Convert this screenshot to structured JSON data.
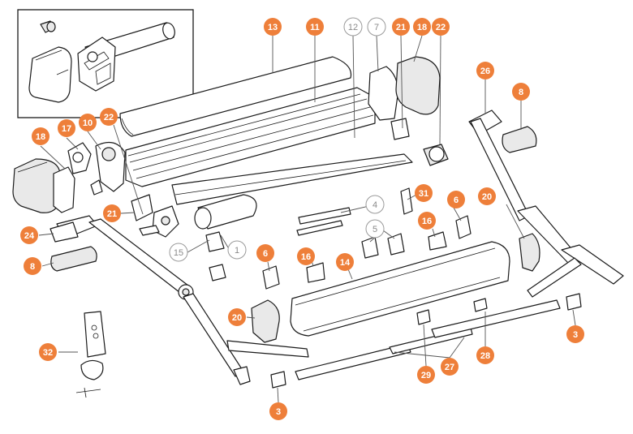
{
  "diagram": {
    "accent_color": "#ee7f3a",
    "outline_callout_color": "#9a9a9a",
    "callouts": [
      {
        "id": "c13",
        "label": "13",
        "style": "filled"
      },
      {
        "id": "c11",
        "label": "11",
        "style": "filled"
      },
      {
        "id": "c12",
        "label": "12",
        "style": "outline"
      },
      {
        "id": "c7",
        "label": "7",
        "style": "outline"
      },
      {
        "id": "c21a",
        "label": "21",
        "style": "filled"
      },
      {
        "id": "c18a",
        "label": "18",
        "style": "filled"
      },
      {
        "id": "c22a",
        "label": "22",
        "style": "filled"
      },
      {
        "id": "c26",
        "label": "26",
        "style": "filled"
      },
      {
        "id": "c8a",
        "label": "8",
        "style": "filled"
      },
      {
        "id": "c17",
        "label": "17",
        "style": "filled"
      },
      {
        "id": "c10",
        "label": "10",
        "style": "filled"
      },
      {
        "id": "c22b",
        "label": "22",
        "style": "filled"
      },
      {
        "id": "c18b",
        "label": "18",
        "style": "filled"
      },
      {
        "id": "c20a",
        "label": "20",
        "style": "filled"
      },
      {
        "id": "c31",
        "label": "31",
        "style": "filled"
      },
      {
        "id": "c4",
        "label": "4",
        "style": "outline"
      },
      {
        "id": "c6a",
        "label": "6",
        "style": "filled"
      },
      {
        "id": "c21b",
        "label": "21",
        "style": "filled"
      },
      {
        "id": "c16a",
        "label": "16",
        "style": "filled"
      },
      {
        "id": "c5",
        "label": "5",
        "style": "outline"
      },
      {
        "id": "c24",
        "label": "24",
        "style": "filled"
      },
      {
        "id": "c15",
        "label": "15",
        "style": "outline"
      },
      {
        "id": "c1",
        "label": "1",
        "style": "outline"
      },
      {
        "id": "c6b",
        "label": "6",
        "style": "filled"
      },
      {
        "id": "c16b",
        "label": "16",
        "style": "filled"
      },
      {
        "id": "c14",
        "label": "14",
        "style": "filled"
      },
      {
        "id": "c8b",
        "label": "8",
        "style": "filled"
      },
      {
        "id": "c20b",
        "label": "20",
        "style": "filled"
      },
      {
        "id": "c32",
        "label": "32",
        "style": "filled"
      },
      {
        "id": "c3a",
        "label": "3",
        "style": "filled"
      },
      {
        "id": "c28",
        "label": "28",
        "style": "filled"
      },
      {
        "id": "c27",
        "label": "27",
        "style": "filled"
      },
      {
        "id": "c29",
        "label": "29",
        "style": "filled"
      },
      {
        "id": "c3b",
        "label": "3",
        "style": "filled"
      }
    ]
  }
}
